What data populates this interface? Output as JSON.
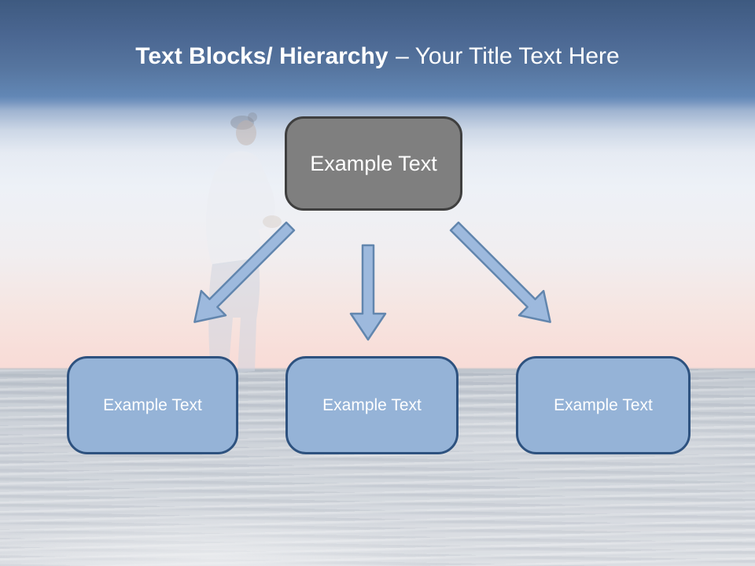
{
  "slide": {
    "title": {
      "bold": "Text Blocks/ Hierarchy",
      "regular": "– Your Title Text Here"
    },
    "hierarchy": {
      "root": {
        "label": "Example Text"
      },
      "children": [
        {
          "label": "Example Text"
        },
        {
          "label": "Example Text"
        },
        {
          "label": "Example Text"
        }
      ]
    },
    "background": {
      "description": "faded photo of a person standing by the sea at sunset",
      "header_top": "#3e5a80",
      "header_bottom": "#6287b5",
      "sky_light": "#edf1f7",
      "sunset_pink": "#f8dcd7",
      "sea_gray": "#c3c9d1"
    },
    "colors": {
      "title_text": "#ffffff",
      "root_fill": "#7f7f7f",
      "root_border": "#3f3f3f",
      "child_fill": "#95b3d7",
      "child_border": "#2e527f",
      "arrow_fill": "#9db9dd",
      "arrow_border": "#6286ae"
    }
  }
}
